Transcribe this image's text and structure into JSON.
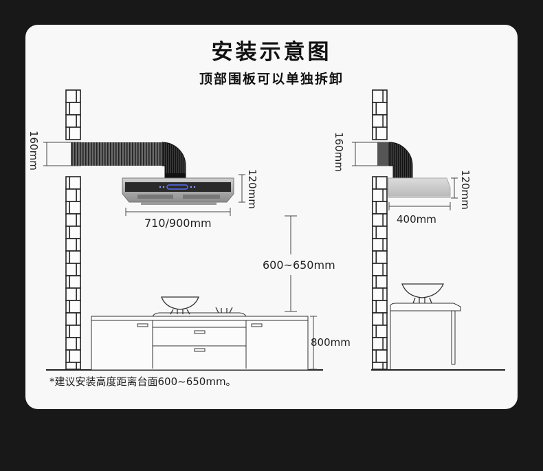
{
  "header": {
    "title": "安装示意图",
    "subtitle": "顶部围板可以单独拆卸"
  },
  "left_setup": {
    "duct_height_label": "160mm",
    "hood_height_label": "120mm",
    "hood_width_label": "710/900mm",
    "install_height_label": "600~650mm",
    "counter_height_label": "800mm"
  },
  "right_setup": {
    "duct_height_label": "160mm",
    "hood_height_label": "120mm",
    "hood_width_label": "400mm"
  },
  "footnote": "*建议安装高度距离台面600~650mm。",
  "colors": {
    "background": "#181818",
    "panel": "#f8f8f8",
    "line": "#333333",
    "hood_steel": "#9a9a9a",
    "hood_panel": "#2a2a2a",
    "display_accent": "#5a6cf0"
  }
}
